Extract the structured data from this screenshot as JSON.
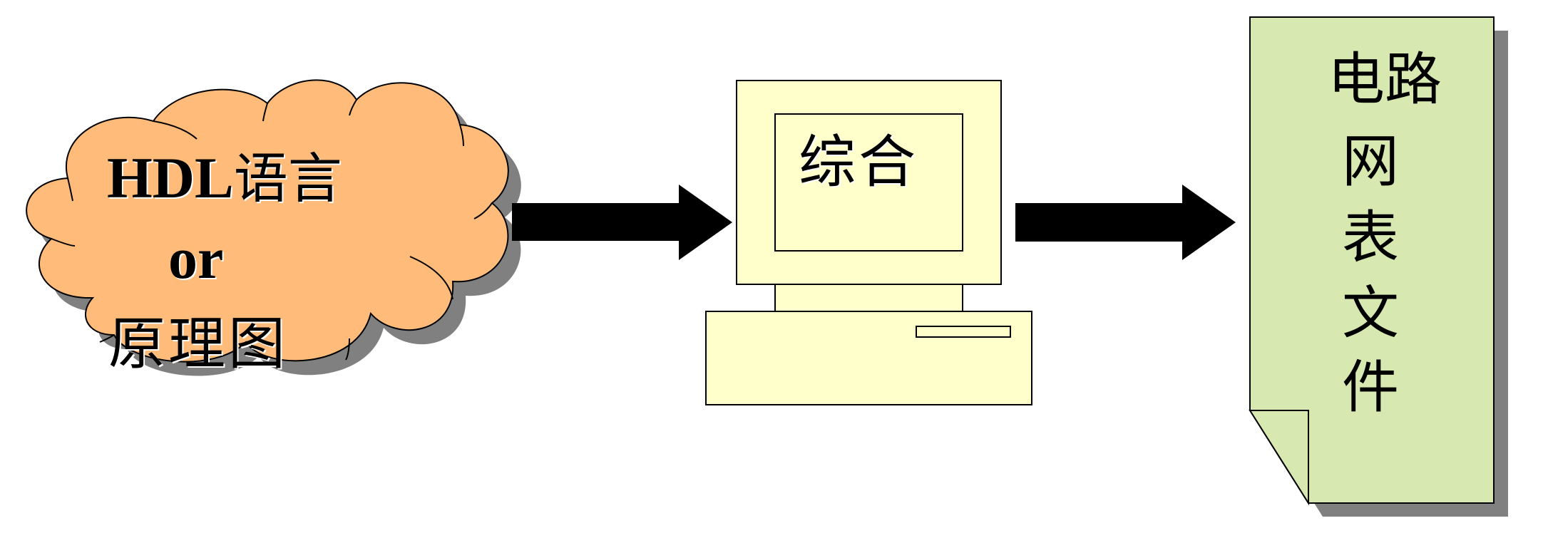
{
  "diagram": {
    "title": "HDL synthesis flow",
    "colors": {
      "cloud_fill": "#FFBB7A",
      "computer_fill": "#FFFFCC",
      "document_fill": "#D7E9B1",
      "shadow": "#808080",
      "arrow": "#000000",
      "stroke": "#000000"
    },
    "nodes": {
      "source": {
        "shape": "cloud",
        "line1_en": "HDL",
        "line1_cn": "语言",
        "line2": "or",
        "line3": "原理图"
      },
      "process": {
        "shape": "computer",
        "label": "综合"
      },
      "output": {
        "shape": "document",
        "line1": "电路",
        "line2": "网",
        "line3": "表",
        "line4": "文",
        "line5": "件"
      }
    },
    "edges": [
      {
        "from": "source",
        "to": "process",
        "icon": "right-arrow-icon"
      },
      {
        "from": "process",
        "to": "output",
        "icon": "right-arrow-icon"
      }
    ]
  }
}
